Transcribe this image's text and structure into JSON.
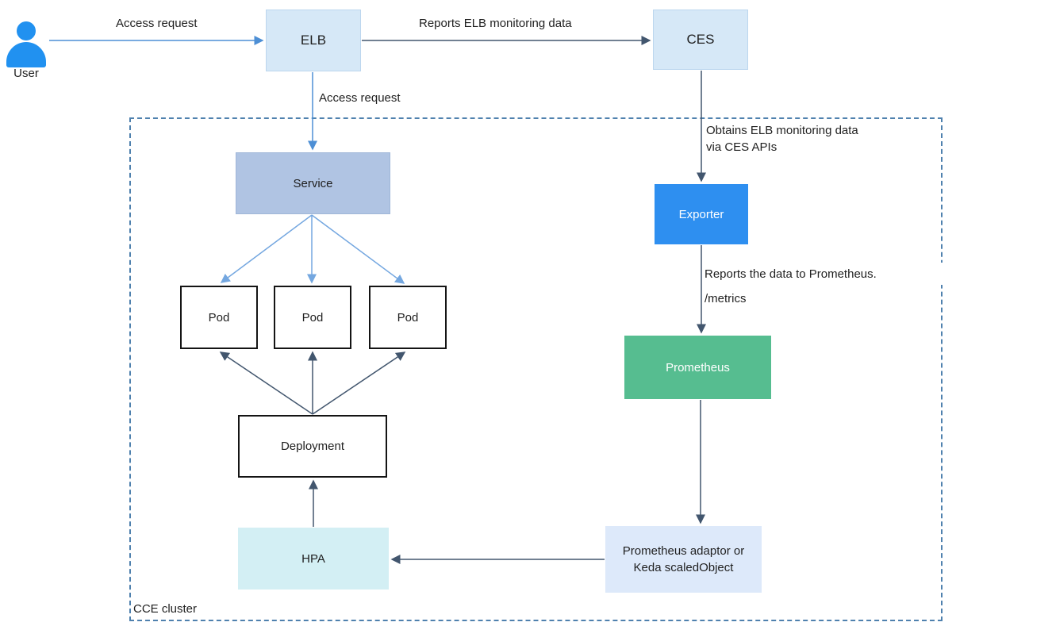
{
  "diagram": {
    "type": "architecture-flow",
    "cluster": {
      "label": "CCE cluster",
      "border_color": "#4F81AE"
    },
    "nodes": {
      "user": {
        "label": "User",
        "icon": "user-person-icon",
        "color": "#2191F0"
      },
      "elb": {
        "label": "ELB",
        "fill": "#D6E8F7"
      },
      "ces": {
        "label": "CES",
        "fill": "#D6E8F7"
      },
      "service": {
        "label": "Service",
        "fill": "#B0C4E3"
      },
      "pods": [
        {
          "label": "Pod"
        },
        {
          "label": "Pod"
        },
        {
          "label": "Pod"
        }
      ],
      "deployment": {
        "label": "Deployment",
        "fill": "#FFFFFF"
      },
      "hpa": {
        "label": "HPA",
        "fill": "#D3EFF4"
      },
      "exporter": {
        "label": "Exporter",
        "fill": "#2E8FF0",
        "text_color": "#FFFFFF"
      },
      "prometheus": {
        "label": "Prometheus",
        "fill": "#56BD90",
        "text_color": "#FFFFFF"
      },
      "adaptor": {
        "label": "Prometheus adaptor or\nKeda scaledObject",
        "fill": "#DDE9FA"
      }
    },
    "edges": [
      {
        "id": "user-to-elb",
        "from": "user",
        "to": "elb",
        "label": "Access request",
        "color": "#4D8FD5"
      },
      {
        "id": "elb-to-ces",
        "from": "elb",
        "to": "ces",
        "label": "Reports ELB monitoring data",
        "color": "#42566E"
      },
      {
        "id": "elb-to-service",
        "from": "elb",
        "to": "service",
        "label": "Access request",
        "color": "#4D8FD5"
      },
      {
        "id": "ces-to-exporter",
        "from": "ces",
        "to": "exporter",
        "label": "Obtains ELB monitoring data\nvia CES APIs",
        "color": "#42566E"
      },
      {
        "id": "exporter-to-prometheus",
        "from": "exporter",
        "to": "prometheus",
        "label": "Reports the data to Prometheus.",
        "sublabel": "/metrics",
        "color": "#42566E"
      },
      {
        "id": "prometheus-to-adaptor",
        "from": "prometheus",
        "to": "adaptor",
        "color": "#42566E"
      },
      {
        "id": "adaptor-to-hpa",
        "from": "adaptor",
        "to": "hpa",
        "color": "#42566E"
      },
      {
        "id": "hpa-to-deployment",
        "from": "hpa",
        "to": "deployment",
        "color": "#42566E"
      },
      {
        "id": "service-to-pods",
        "from": "service",
        "to": "pods",
        "color": "#74A7E0"
      },
      {
        "id": "deployment-to-pods",
        "from": "deployment",
        "to": "pods",
        "color": "#42566E"
      }
    ],
    "colors": {
      "arrow_blue": "#4D8FD5",
      "arrow_blue_light": "#74A7E0",
      "arrow_dark": "#42566E",
      "cluster_border": "#4F81AE",
      "text": "#1F1F1F"
    }
  }
}
